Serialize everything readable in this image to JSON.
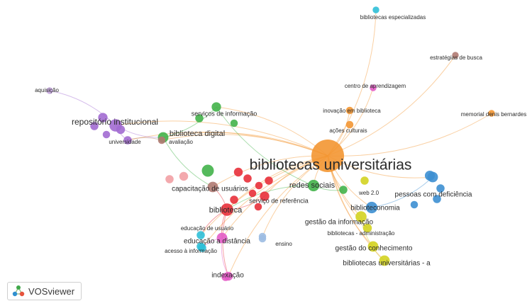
{
  "app": {
    "name": "VOSviewer"
  },
  "colors": {
    "red": "#e8303a",
    "green": "#43b34a",
    "blue": "#3d8fd1",
    "yellow": "#d3d321",
    "purple": "#a26bd2",
    "cyan": "#2fbfd7",
    "orange": "#f39632",
    "brown": "#b07a72",
    "pink": "#e35cc6",
    "lightred": "#f2a0a4",
    "lightblue": "#9dbde2",
    "lavender": "#c4a6dd"
  },
  "network": {
    "nodes": [
      {
        "id": "bibliotecas-universitarias",
        "label": "bibliotecas universitárias",
        "color": "orange",
        "weight": 100
      },
      {
        "id": "repositorio-institucional",
        "label": "repositório institucional",
        "color": "purple",
        "weight": 14
      },
      {
        "id": "biblioteca",
        "label": "biblioteca",
        "color": "red",
        "weight": 14
      },
      {
        "id": "redes-sociais",
        "label": "redes sociais",
        "color": "green",
        "weight": 12
      },
      {
        "id": "capacitacao-de-usuarios",
        "label": "capacitação de usuários",
        "color": "brown",
        "weight": 10
      },
      {
        "id": "biblioteca-digital",
        "label": "biblioteca digital",
        "color": "green",
        "weight": 10
      },
      {
        "id": "servicos-de-informacao",
        "label": "serviços de informação",
        "color": "green",
        "weight": 8
      },
      {
        "id": "servico-de-referencia",
        "label": "serviço de referência",
        "color": "red",
        "weight": 8
      },
      {
        "id": "pessoas-com-deficiencia",
        "label": "pessoas com deficiência",
        "color": "blue",
        "weight": 10
      },
      {
        "id": "biblioteconomia",
        "label": "biblioteconomia",
        "color": "blue",
        "weight": 12
      },
      {
        "id": "web-2-0",
        "label": "web 2.0",
        "color": "green",
        "weight": 6
      },
      {
        "id": "gestao-da-informacao",
        "label": "gestão da informação",
        "color": "yellow",
        "weight": 11
      },
      {
        "id": "bibliotecas-administracao",
        "label": "bibliotecas - administração",
        "color": "yellow",
        "weight": 7
      },
      {
        "id": "gestao-do-conhecimento",
        "label": "gestão do conhecimento",
        "color": "yellow",
        "weight": 10
      },
      {
        "id": "bibliotecas-universitarias-a",
        "label": "bibliotecas universitárias - a",
        "color": "yellow",
        "weight": 10
      },
      {
        "id": "educacao-de-usuario",
        "label": "educação de usuário",
        "color": "cyan",
        "weight": 6
      },
      {
        "id": "educacao-a-distancia",
        "label": "educação a distância",
        "color": "pink",
        "weight": 10
      },
      {
        "id": "acesso-a-informacao",
        "label": "acesso à informação",
        "color": "cyan",
        "weight": 6
      },
      {
        "id": "ensino",
        "label": "ensino",
        "color": "lightblue",
        "weight": 5
      },
      {
        "id": "indexacao",
        "label": "indexação",
        "color": "pink",
        "weight": 7
      },
      {
        "id": "universidade",
        "label": "universidade",
        "color": "purple",
        "weight": 6
      },
      {
        "id": "avaliacao",
        "label": "avaliação",
        "color": "brown",
        "weight": 5
      },
      {
        "id": "aquisicao",
        "label": "aquisição",
        "color": "lavender",
        "weight": 4
      },
      {
        "id": "bibliotecas-especializadas",
        "label": "bibliotecas especializadas",
        "color": "cyan",
        "weight": 4
      },
      {
        "id": "estrategias-de-busca",
        "label": "estratégias de busca",
        "color": "brown",
        "weight": 4
      },
      {
        "id": "centro-de-aprendizagem",
        "label": "centro de aprendizagem",
        "color": "pink",
        "weight": 4
      },
      {
        "id": "inovacao-em-biblioteca",
        "label": "inovação em biblioteca",
        "color": "orange",
        "weight": 5
      },
      {
        "id": "memorial-denis-bernardes",
        "label": "memorial denis bernardes",
        "color": "orange",
        "weight": 4
      },
      {
        "id": "acoes-culturais",
        "label": "ações culturais",
        "color": "orange",
        "weight": 5
      }
    ],
    "extra_nodes": [
      {
        "color": "purple",
        "weight": 8
      },
      {
        "color": "purple",
        "weight": 7
      },
      {
        "color": "purple",
        "weight": 6
      },
      {
        "color": "purple",
        "weight": 5
      },
      {
        "color": "green",
        "weight": 13
      },
      {
        "color": "green",
        "weight": 6
      },
      {
        "color": "green",
        "weight": 5
      },
      {
        "color": "lightred",
        "weight": 6
      },
      {
        "color": "lightred",
        "weight": 7
      },
      {
        "color": "red",
        "weight": 7
      },
      {
        "color": "red",
        "weight": 6
      },
      {
        "color": "red",
        "weight": 5
      },
      {
        "color": "red",
        "weight": 6
      },
      {
        "color": "red",
        "weight": 5
      },
      {
        "color": "red",
        "weight": 5
      },
      {
        "color": "red",
        "weight": 6
      },
      {
        "color": "blue",
        "weight": 9
      },
      {
        "color": "blue",
        "weight": 6
      },
      {
        "color": "blue",
        "weight": 5
      },
      {
        "color": "blue",
        "weight": 6
      },
      {
        "color": "yellow",
        "weight": 6
      },
      {
        "color": "lightblue",
        "weight": 5
      },
      {
        "color": "pink",
        "weight": 6
      },
      {
        "color": "cyan",
        "weight": 6
      }
    ],
    "edges": [
      [
        "bibliotecas-universitarias",
        "bibliotecas-especializadas"
      ],
      [
        "bibliotecas-universitarias",
        "estrategias-de-busca"
      ],
      [
        "bibliotecas-universitarias",
        "centro-de-aprendizagem"
      ],
      [
        "bibliotecas-universitarias",
        "inovacao-em-biblioteca"
      ],
      [
        "bibliotecas-universitarias",
        "memorial-denis-bernardes"
      ],
      [
        "bibliotecas-universitarias",
        "acoes-culturais"
      ],
      [
        "bibliotecas-universitarias",
        "repositorio-institucional"
      ],
      [
        "bibliotecas-universitarias",
        "biblioteca-digital"
      ],
      [
        "bibliotecas-universitarias",
        "servicos-de-informacao"
      ],
      [
        "bibliotecas-universitarias",
        "biblioteca"
      ],
      [
        "bibliotecas-universitarias",
        "redes-sociais"
      ],
      [
        "bibliotecas-universitarias",
        "capacitacao-de-usuarios"
      ],
      [
        "bibliotecas-universitarias",
        "servico-de-referencia"
      ],
      [
        "bibliotecas-universitarias",
        "pessoas-com-deficiencia"
      ],
      [
        "bibliotecas-universitarias",
        "biblioteconomia"
      ],
      [
        "bibliotecas-universitarias",
        "web-2-0"
      ],
      [
        "bibliotecas-universitarias",
        "gestao-da-informacao"
      ],
      [
        "bibliotecas-universitarias",
        "bibliotecas-administracao"
      ],
      [
        "bibliotecas-universitarias",
        "gestao-do-conhecimento"
      ],
      [
        "bibliotecas-universitarias",
        "bibliotecas-universitarias-a"
      ],
      [
        "bibliotecas-universitarias",
        "educacao-a-distancia"
      ],
      [
        "bibliotecas-universitarias",
        "educacao-de-usuario"
      ],
      [
        "bibliotecas-universitarias",
        "acesso-a-informacao"
      ],
      [
        "bibliotecas-universitarias",
        "ensino"
      ],
      [
        "bibliotecas-universitarias",
        "indexacao"
      ],
      [
        "bibliotecas-universitarias",
        "universidade"
      ],
      [
        "bibliotecas-universitarias",
        "avaliacao"
      ],
      [
        "repositorio-institucional",
        "aquisicao"
      ],
      [
        "repositorio-institucional",
        "biblioteca-digital"
      ],
      [
        "repositorio-institucional",
        "universidade"
      ],
      [
        "biblioteca-digital",
        "servicos-de-informacao"
      ],
      [
        "biblioteca-digital",
        "capacitacao-de-usuarios"
      ],
      [
        "biblioteca",
        "capacitacao-de-usuarios"
      ],
      [
        "biblioteca",
        "servico-de-referencia"
      ],
      [
        "biblioteca",
        "educacao-de-usuario"
      ],
      [
        "biblioteca",
        "educacao-a-distancia"
      ],
      [
        "biblioteca",
        "indexacao"
      ],
      [
        "redes-sociais",
        "web-2-0"
      ],
      [
        "redes-sociais",
        "biblioteca"
      ],
      [
        "biblioteconomia",
        "pessoas-com-deficiencia"
      ],
      [
        "gestao-da-informacao",
        "gestao-do-conhecimento"
      ],
      [
        "gestao-da-informacao",
        "bibliotecas-administracao"
      ],
      [
        "gestao-do-conhecimento",
        "bibliotecas-universitarias-a"
      ],
      [
        "educacao-a-distancia",
        "acesso-a-informacao"
      ],
      [
        "educacao-a-distancia",
        "indexacao"
      ],
      [
        "servicos-de-informacao",
        "redes-sociais"
      ],
      [
        "avaliacao",
        "universidade"
      ]
    ]
  }
}
